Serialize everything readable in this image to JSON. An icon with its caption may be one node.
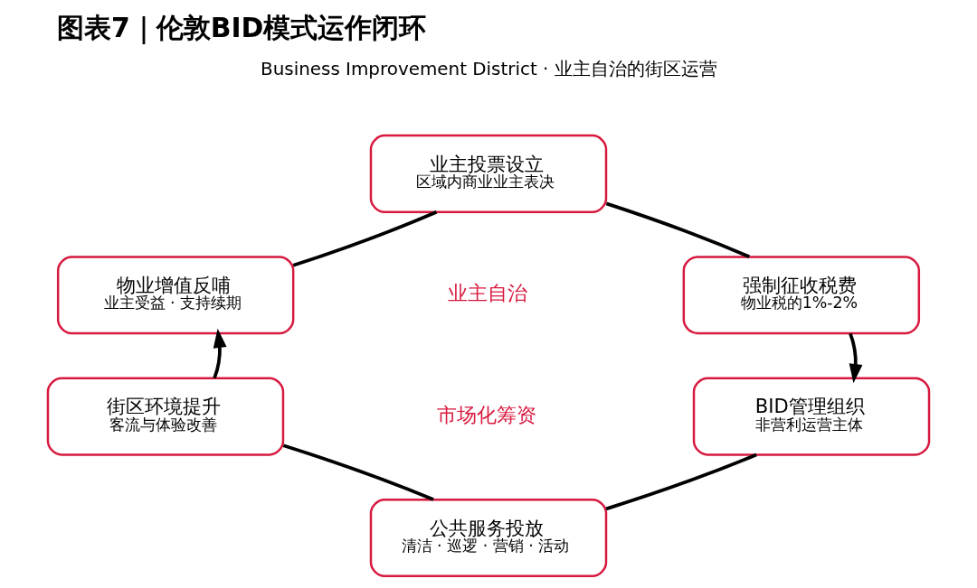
{
  "diagram": {
    "title": "图表7｜伦敦BID模式运作闭环",
    "nodes": [
      {
        "text": [
          "业主投票设立",
          "区域内商业业主表决"
        ]
      },
      {
        "text": [
          "物业增值反哺",
          "业主受益 · 支持续期"
        ]
      },
      {
        "text": [
          "强制征收税费",
          "物业税的1%-2%"
        ]
      },
      {
        "text": [
          "街区环境提升",
          "客流与体验改善"
        ]
      },
      {
        "text": [
          "BID管理组织",
          "非营利运营主体"
        ]
      },
      {
        "text": [
          "公共服务投放",
          "清洁 · 巡逻 · 营销 · 活动"
        ]
      }
    ],
    "edges": [
      {
        "from": 0,
        "to": 2,
        "arrow": "none"
      },
      {
        "from": 2,
        "to": 4,
        "arrow": "to"
      },
      {
        "from": 4,
        "to": 5,
        "arrow": "none"
      },
      {
        "from": 5,
        "to": 3,
        "arrow": "none"
      },
      {
        "from": 3,
        "to": 1,
        "arrow": "to"
      },
      {
        "from": 1,
        "to": 0,
        "arrow": "none"
      }
    ],
    "labels": [
      "Business Improvement District · 业主自治的街区运营",
      "业主自治",
      "市场化筹资"
    ]
  }
}
